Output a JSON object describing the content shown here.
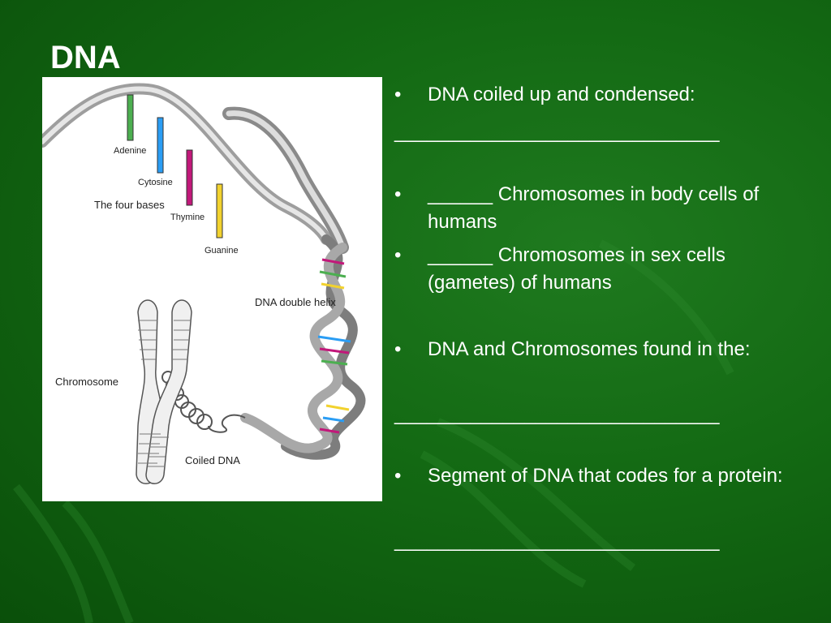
{
  "slide": {
    "title": "DNA"
  },
  "figure": {
    "labels": {
      "adenine": "Adenine",
      "cytosine": "Cytosine",
      "four_bases": "The four bases",
      "thymine": "Thymine",
      "guanine": "Guanine",
      "double_helix": "DNA double helix",
      "chromosome": "Chromosome",
      "coiled_dna": "Coiled DNA"
    },
    "base_colors": {
      "adenine": "#4caf50",
      "cytosine": "#2a9df4",
      "thymine": "#c2187a",
      "guanine": "#f2d22e"
    }
  },
  "bullets": [
    {
      "bullet": "•",
      "text": "DNA coiled up and condensed:",
      "blank": "______________________________"
    },
    {
      "bullet": "•",
      "text": "______ Chromosomes in body cells of humans"
    },
    {
      "bullet": "•",
      "text": "______ Chromosomes in sex cells (gametes) of humans"
    },
    {
      "bullet": "•",
      "text": "DNA and Chromosomes found in the:",
      "blank": "______________________________"
    },
    {
      "bullet": "•",
      "text": "Segment of DNA that codes for a protein:",
      "blank": "______________________________"
    }
  ]
}
